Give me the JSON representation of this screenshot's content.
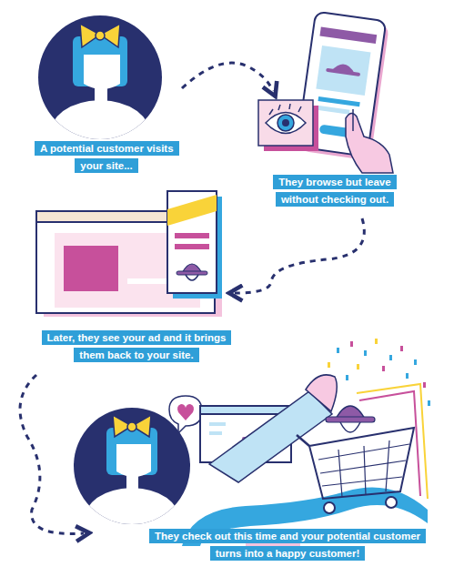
{
  "diagram": {
    "nodes": [
      {
        "text": [
          "A potential customer visits your site..."
        ]
      },
      {
        "text": [
          "They browse but leave without checking out."
        ]
      },
      {
        "text": [
          "Later, they see your ad and it brings them back to your site."
        ]
      },
      {
        "text": [
          "They check out this time and your potential customer turns into a happy customer!"
        ]
      }
    ]
  }
}
